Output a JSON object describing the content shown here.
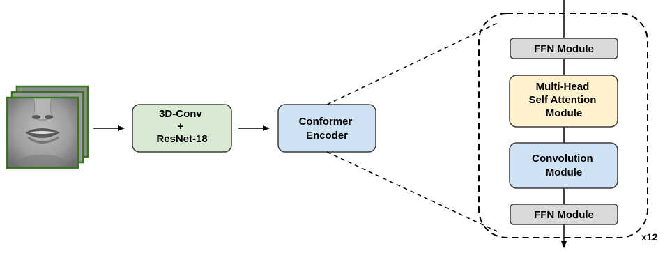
{
  "diagram": {
    "input": {
      "description_icon": "lip-frames-stack-icon"
    },
    "frontend": {
      "lines": [
        "3D-Conv",
        "+",
        "ResNet-18"
      ],
      "fill": "#d9ead3",
      "stroke": "#3b3b3b"
    },
    "encoder": {
      "lines": [
        "Conformer",
        "Encoder"
      ],
      "fill": "#cfe2f3",
      "stroke": "#3b3b3b"
    },
    "block": {
      "ffn_top": {
        "label": "FFN Module",
        "fill": "#d9d9d9"
      },
      "mhsa": {
        "lines": [
          "Multi-Head",
          "Self Attention",
          "Module"
        ],
        "fill": "#fff2cc"
      },
      "conv": {
        "lines": [
          "Convolution",
          "Module"
        ],
        "fill": "#cfe2f3"
      },
      "ffn_bottom": {
        "label": "FFN Module",
        "fill": "#d9d9d9"
      },
      "repeat": "x12"
    },
    "colors": {
      "frame_border": "#38761d",
      "arrow": "#000000",
      "dashed": "#000000"
    }
  }
}
